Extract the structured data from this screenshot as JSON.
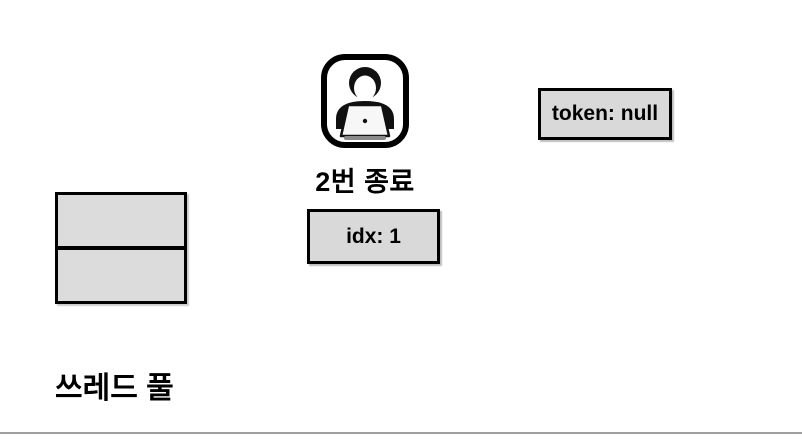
{
  "diagram": {
    "user_label": "2번 종료",
    "idx_label": "idx: 1",
    "token_label": "token: null",
    "pool_label": "쓰레드 풀",
    "thread_pool_slots": 2,
    "icons": {
      "user": "person-at-laptop-icon"
    },
    "colors": {
      "background": "#ffffff",
      "box_fill": "#d9d9d9",
      "box_border": "#000000",
      "pool_fill": "#dcdcdc",
      "text": "#000000",
      "bottom_divider": "#9e9e9e"
    }
  }
}
